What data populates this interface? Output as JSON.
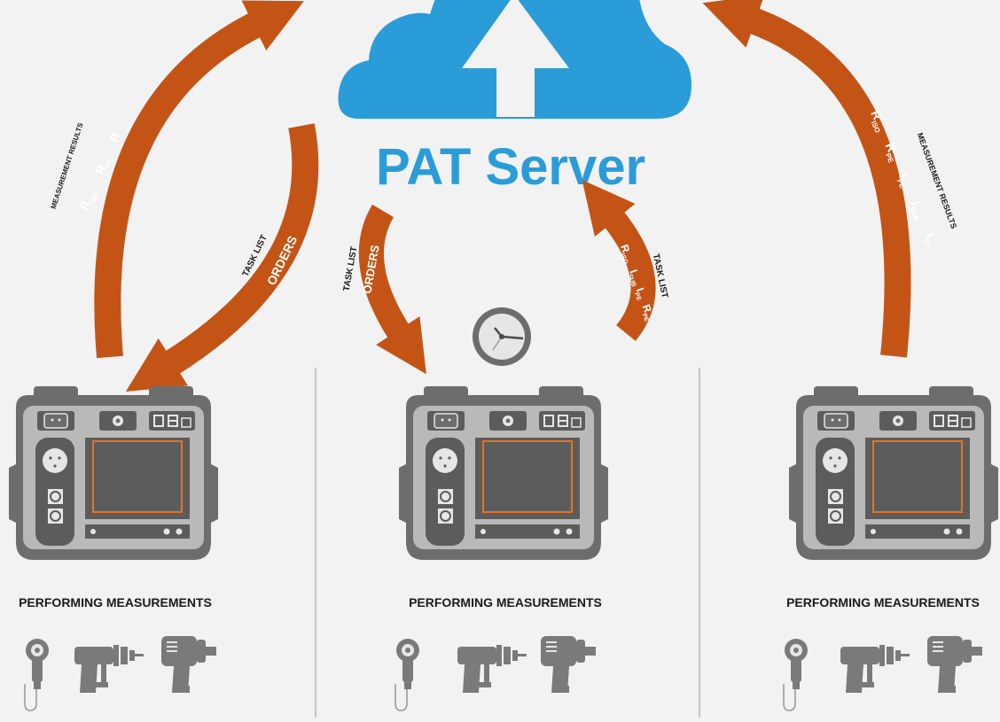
{
  "server": {
    "title": "PAT Server"
  },
  "colors": {
    "background": "#f2f2f2",
    "cloud": "#2a9cd8",
    "arrow": "#c45416",
    "device_body": "#6d6d6d",
    "device_panel": "#b9b9b9",
    "screen_outline": "#e8731f"
  },
  "flows": {
    "left_up": {
      "caption": "MEASUREMENT RESULTS",
      "symbols": [
        "R",
        "R",
        "R"
      ],
      "subscripts": [
        "ISO",
        "PE",
        ""
      ]
    },
    "left_down": {
      "caption": "TASK LIST",
      "label": "ORDERS"
    },
    "center_down": {
      "caption": "TASK LIST",
      "label": "ORDERS"
    },
    "center_up": {
      "caption": "TASK LIST",
      "symbols": [
        "R",
        "I",
        "I",
        "R"
      ],
      "subscripts": [
        "ISO",
        "SUB",
        "PE",
        "PE"
      ]
    },
    "right_up": {
      "caption": "MEASUREMENT RESULTS",
      "symbols": [
        "R",
        "R",
        "I",
        "I",
        "I"
      ],
      "subscripts": [
        "ISO",
        "PE",
        "PE",
        "SUB",
        "O"
      ]
    }
  },
  "stations": [
    {
      "label": "PERFORMING MEASUREMENTS"
    },
    {
      "label": "PERFORMING MEASUREMENTS"
    },
    {
      "label": "PERFORMING MEASUREMENTS"
    }
  ],
  "icons": [
    "cloud-upload-icon",
    "clock-icon",
    "pat-tester-icon",
    "angle-grinder-icon",
    "drill-icon",
    "impact-wrench-icon"
  ]
}
